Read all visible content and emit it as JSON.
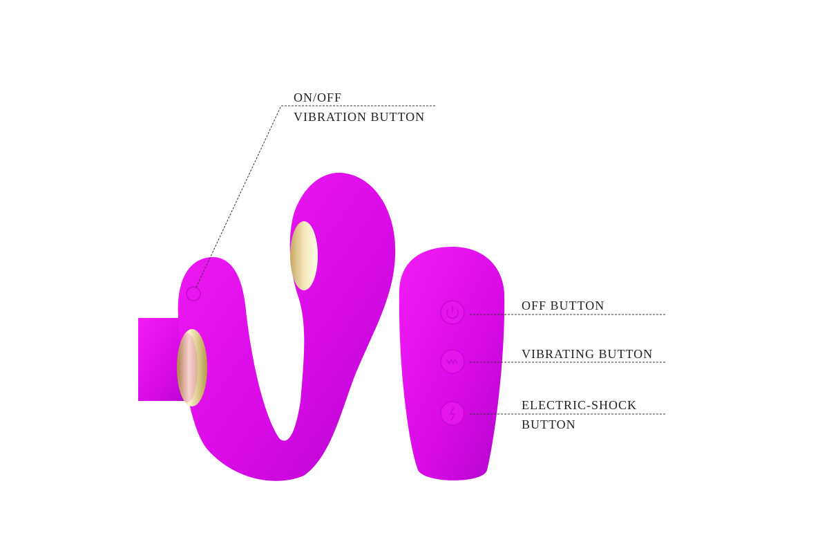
{
  "labels": {
    "on_off_line1": "ON/OFF",
    "on_off_line2": "VIBRATION BUTTON",
    "off_button": "OFF BUTTON",
    "vibrating_button": "VIBRATING BUTTON",
    "electric_shock_line1": "ELECTRIC-SHOCK",
    "electric_shock_line2": "BUTTON"
  },
  "colors": {
    "product": "#e210e8",
    "product_shadow": "#b000c8",
    "gold": "#e8d79a",
    "leader_line": "#333333"
  },
  "icons": [
    "power-icon",
    "vibration-wave-icon",
    "lightning-icon"
  ]
}
